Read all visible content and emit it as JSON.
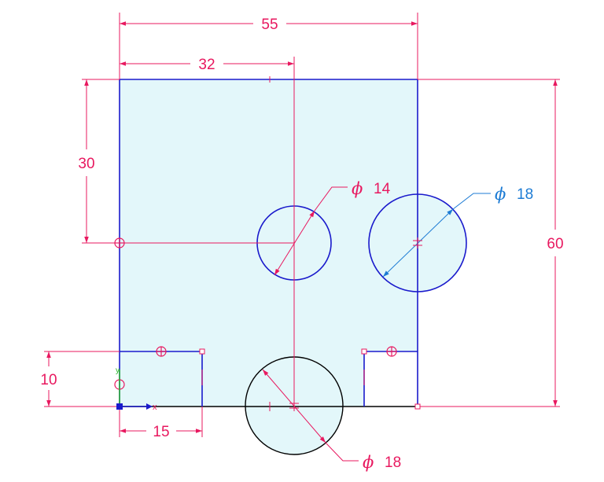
{
  "dimensions": {
    "width_top": "55",
    "offset_top": "32",
    "height_left": "30",
    "height_right": "60",
    "height_bottom_left": "10",
    "width_bottom_left": "15"
  },
  "diameters": {
    "center_hole": "14",
    "right_hole": "18",
    "bottom_hole": "18"
  },
  "diameter_symbol": "ϕ",
  "axis_labels": {
    "x": "x",
    "y": "y"
  },
  "colors": {
    "profile": "#1a1acc",
    "fill": "#e3f7fa",
    "dimension": "#e8185f",
    "selected_dimension": "#1c7bd4",
    "construction": "#000000"
  }
}
